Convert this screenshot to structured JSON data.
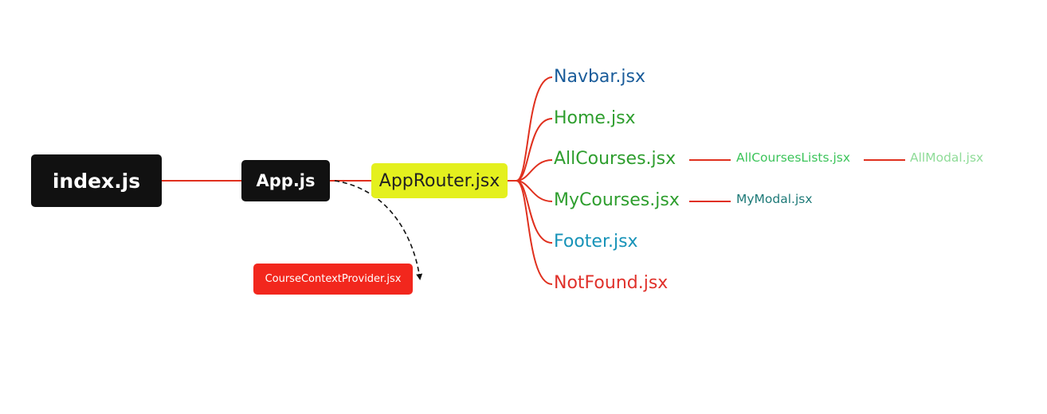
{
  "nodes": {
    "index": {
      "label": "index.js"
    },
    "app": {
      "label": "App.js"
    },
    "router": {
      "label": "AppRouter.jsx"
    },
    "context_provider": {
      "label": "CourseContextProvider.jsx"
    },
    "navbar": {
      "label": "Navbar.jsx",
      "color": "#1a5c9a"
    },
    "home": {
      "label": "Home.jsx",
      "color": "#2e9e2e"
    },
    "all_courses": {
      "label": "AllCourses.jsx",
      "color": "#2e9e2e"
    },
    "all_courses_lists": {
      "label": "AllCoursesLists.jsx",
      "color": "#3cc45a"
    },
    "all_modal": {
      "label": "AllModal.jsx",
      "color": "#8fdc98"
    },
    "my_courses": {
      "label": "MyCourses.jsx",
      "color": "#2e9e2e"
    },
    "my_modal": {
      "label": "MyModal.jsx",
      "color": "#1e7a78"
    },
    "footer": {
      "label": "Footer.jsx",
      "color": "#1793b8"
    },
    "not_found": {
      "label": "NotFound.jsx",
      "color": "#e0312b"
    }
  },
  "colors": {
    "connector": "#e0301e",
    "dashed_connector": "#111111",
    "root_box": "#111111",
    "router_box": "#e4f01e",
    "context_box": "#f2271d"
  }
}
